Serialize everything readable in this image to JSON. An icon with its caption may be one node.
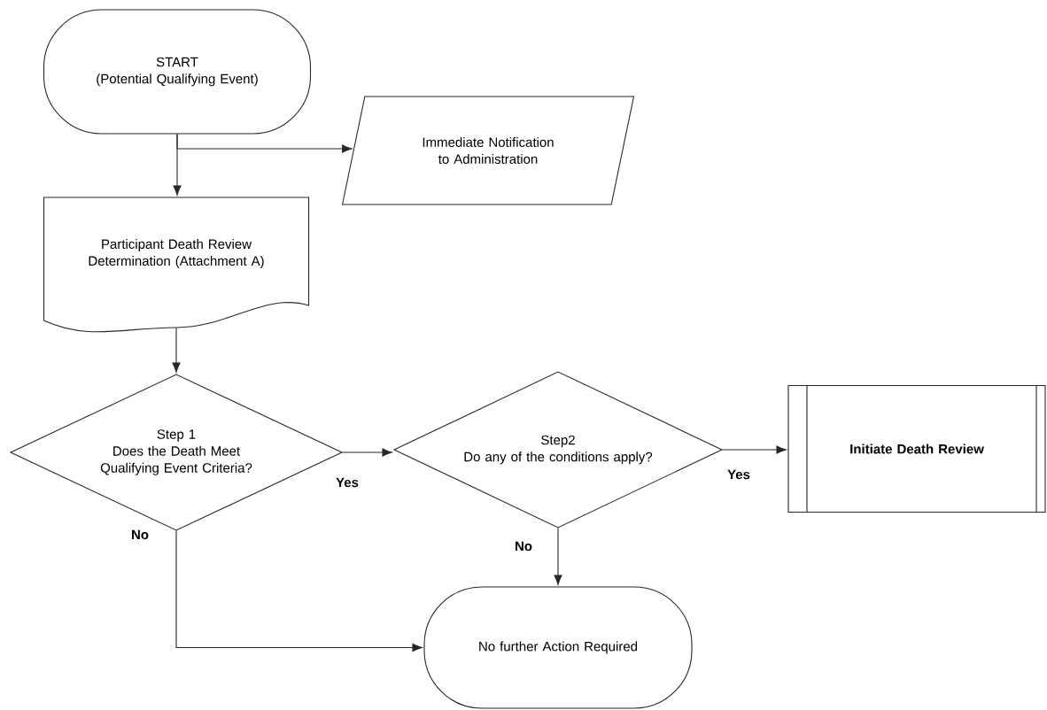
{
  "diagram": {
    "nodes": [
      {
        "text": [
          "START",
          "(Potential Qualifying Event)"
        ]
      },
      {
        "text": [
          "Immediate Notification to Administration"
        ]
      },
      {
        "text": [
          "Participant Death Review Determination (Attachment A)"
        ]
      },
      {
        "text": [
          "Step 1",
          "Does the Death Meet Qualifying Event Criteria?"
        ]
      },
      {
        "text": [
          "Step2",
          "Do any of the conditions apply?"
        ]
      },
      {
        "text": [
          "Initiate Death Review"
        ]
      },
      {
        "text": [
          "No further Action Required"
        ]
      }
    ],
    "edges": [
      {
        "from": 0,
        "to": 2,
        "arrow": "to"
      },
      {
        "from": 0,
        "to": 1,
        "arrow": "to"
      },
      {
        "from": 2,
        "to": 3,
        "arrow": "to"
      },
      {
        "from": 3,
        "to": 4,
        "arrow": "to",
        "label": "Yes"
      },
      {
        "from": 4,
        "to": 5,
        "arrow": "to",
        "label": "Yes"
      },
      {
        "from": 3,
        "to": 6,
        "arrow": "to",
        "label": "No"
      },
      {
        "from": 4,
        "to": 6,
        "arrow": "to",
        "label": "No"
      }
    ]
  }
}
